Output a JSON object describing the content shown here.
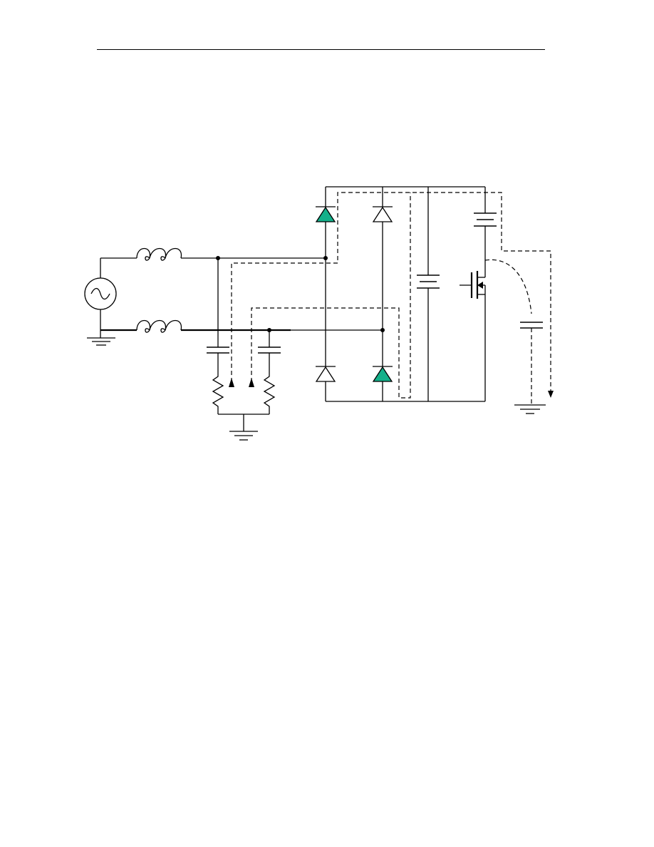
{
  "diagram": {
    "colors": {
      "line": "#000000",
      "conducting_diode": "#14b08a",
      "blocking_diode": "#ffffff",
      "background": "#ffffff"
    },
    "components": {
      "ac_source": "ac-voltage-source",
      "input_inductors": [
        "common-mode-choke-top",
        "common-mode-choke-bottom"
      ],
      "y_capacitors": [
        "y-capacitor-left",
        "y-capacitor-right"
      ],
      "resistors": [
        "resistor-left",
        "resistor-right"
      ],
      "bridge_diodes": [
        {
          "position": "top-left",
          "state": "conducting"
        },
        {
          "position": "top-right",
          "state": "blocking"
        },
        {
          "position": "bottom-left",
          "state": "blocking"
        },
        {
          "position": "bottom-right",
          "state": "conducting"
        }
      ],
      "bulk_capacitor": "bulk-capacitor",
      "load_capacitor": "load-capacitor",
      "switch": "mosfet",
      "parasitic_capacitor": "parasitic-capacitor",
      "grounds": [
        "ground-source",
        "ground-lisn",
        "ground-output"
      ]
    }
  }
}
